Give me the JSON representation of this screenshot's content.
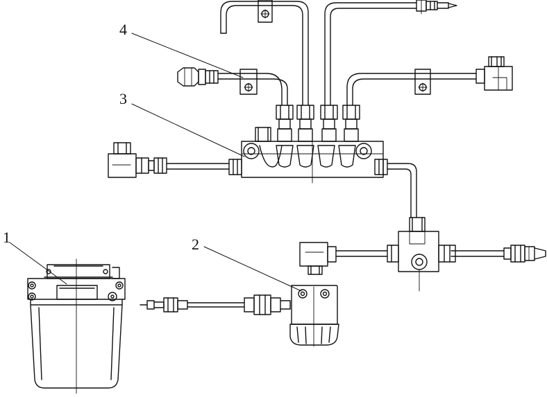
{
  "diagram": {
    "callouts": [
      {
        "id": "1",
        "label": "1",
        "target": "reservoir"
      },
      {
        "id": "2",
        "label": "2",
        "target": "filter"
      },
      {
        "id": "3",
        "label": "3",
        "target": "distribution-block"
      },
      {
        "id": "4",
        "label": "4",
        "target": "pipe-clamp"
      }
    ]
  }
}
